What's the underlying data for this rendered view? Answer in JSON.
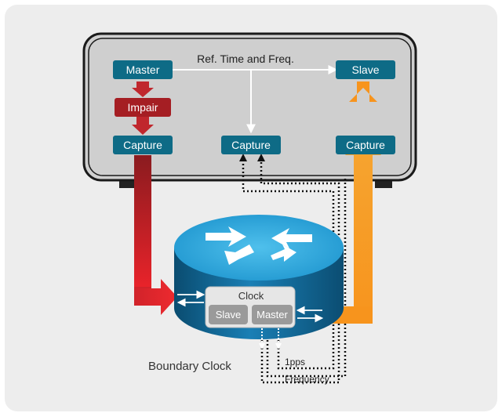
{
  "diagram": {
    "instrument": {
      "ref_label": "Ref. Time and Freq.",
      "master_label": "Master",
      "impair_label": "Impair",
      "slave_label": "Slave",
      "capture_left_label": "Capture",
      "capture_center_label": "Capture",
      "capture_right_label": "Capture"
    },
    "dut": {
      "clock_label": "Clock",
      "slave_label": "Slave",
      "master_label": "Master",
      "name_label": "Boundary Clock"
    },
    "signals": {
      "pps_label": "1pps",
      "frequency_label": "Frequency"
    },
    "colors": {
      "background": "#ededed",
      "instrument_body": "#cfcfcf",
      "teal_box": "#0e6b86",
      "impair_box": "#a51e23",
      "red_arrow": "#c0272d",
      "orange_arrow": "#f7941d",
      "router_blue": "#1b8fc9",
      "router_dark": "#0a4f74"
    }
  }
}
